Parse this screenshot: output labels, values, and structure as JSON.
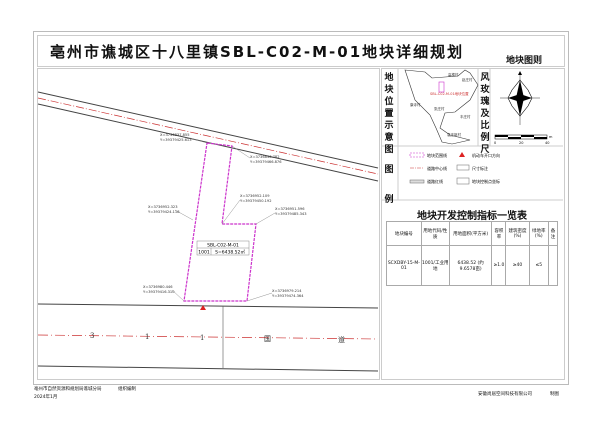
{
  "title": "亳州市谯城区十八里镇SBL-C02-M-01地块详细规划",
  "plan_label": "地块图则",
  "location_map": {
    "label": "地块位置示意图",
    "places": [
      "高楼村",
      "赵庄村",
      "康寺村",
      "张庄村",
      "丰庄村",
      "袁庄新村"
    ],
    "site_label": "SBL-C02-M-01地块位置"
  },
  "wind_rose": {
    "label": "风玫瑰及比例尺",
    "scale_ticks": [
      "0",
      "20",
      "40"
    ],
    "scale_unit": "m"
  },
  "legend": {
    "label": "图例",
    "items": [
      "地块范围线",
      "道路中心线",
      "道路红线",
      "机动车开口方向",
      "尺寸标注",
      "地块控制点坐标"
    ]
  },
  "table": {
    "title": "地块开发控制指标一览表",
    "headers": [
      "地块编号",
      "用地代码/性质",
      "用地面积(平方米)",
      "容积率",
      "建筑密度(%)",
      "绿地率(%)",
      "备注"
    ],
    "rows": [
      [
        "SCXDBY-15-M-01",
        "1001/工业用地",
        "6438.52 (约9.6578亩)",
        "≥1.0",
        "≥40",
        "≤5",
        ""
      ]
    ]
  },
  "map": {
    "parcel_id": "SBL-C02-M-01",
    "parcel_code": "1001",
    "parcel_area": "S=6438.52㎡",
    "points": [
      {
        "x": "X=3736837.855",
        "y": "Y=39379425.613"
      },
      {
        "x": "X=3736836.782",
        "y": "Y=39379466.876"
      },
      {
        "x": "X=3736952.109",
        "y": "Y=39379450.192"
      },
      {
        "x": "X=3736952.323",
        "y": "Y=39379424.118"
      },
      {
        "x": "X=3736951.596",
        "y": "Y=39379485.343"
      },
      {
        "x": "X=3736980.446",
        "y": "Y=39379416.310"
      },
      {
        "x": "X=3736979.214",
        "y": "Y=39379474.364"
      }
    ],
    "road_labels": [
      "3",
      "1",
      "1",
      "国",
      "道"
    ]
  },
  "footer": {
    "org": "亳州市自然资源和规划局谯城分局",
    "org_role": "组织编制",
    "date": "2024年1月",
    "company": "安徽尚居空间科技有限公司",
    "company_role": "制图"
  }
}
